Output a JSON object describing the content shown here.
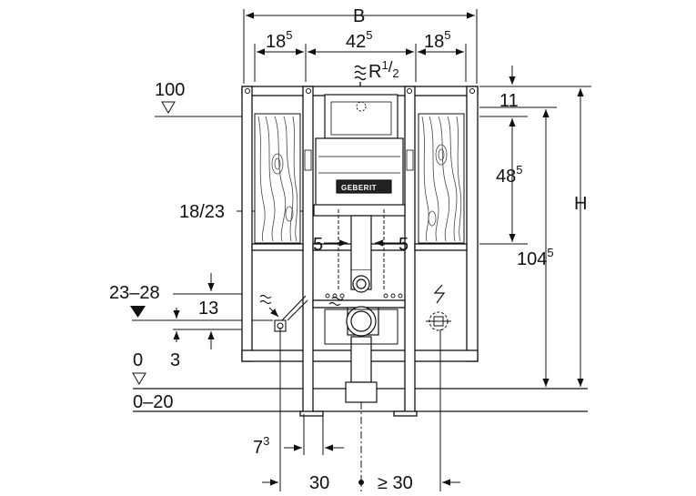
{
  "colors": {
    "line": "#111111",
    "wood": "#444444",
    "background": "#ffffff"
  },
  "icons": [
    "water-supply-icon",
    "electrical-icon",
    "floor-level-marker-icon"
  ],
  "labels": {
    "width_B": "B",
    "top_left_main": "18",
    "top_left_sup": "5",
    "top_center_main": "42",
    "top_center_sup": "5",
    "top_right_main": "18",
    "top_right_sup": "5",
    "supply_main": "R",
    "supply_sup": "1",
    "supply_sub": "2",
    "level_100": "100",
    "dim_11": "11",
    "dim_48_main": "48",
    "dim_48_sup": "5",
    "dim_H": "H",
    "dim_104_main": "104",
    "dim_104_sup": "5",
    "dim_18_23": "18/23",
    "dim_5_left": "5",
    "dim_5_right": "5",
    "dim_23_28": "23–28",
    "dim_13": "13",
    "dim_3": "3",
    "floor_0": "0",
    "floor_0_20": "0–20",
    "dim_7_main": "7",
    "dim_7_sup": "3",
    "dim_30": "30",
    "dim_ge_30": "≥ 30",
    "brand": "GEBERIT"
  }
}
